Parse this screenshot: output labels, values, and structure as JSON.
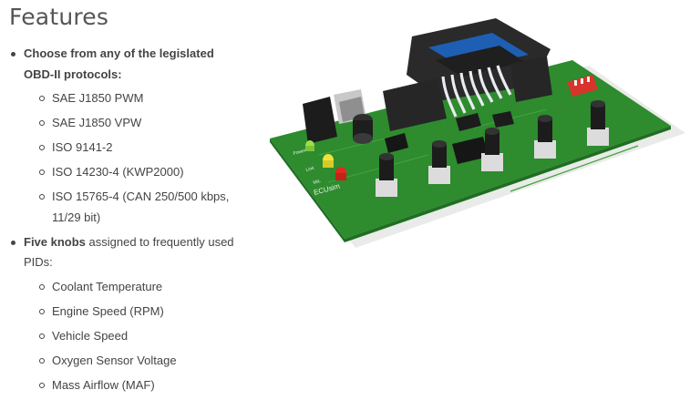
{
  "heading": "Features",
  "features": [
    {
      "lead": "Choose from any of the  legislated OBD-II protocols:",
      "rest": "",
      "items": [
        "SAE J1850 PWM",
        "SAE J1850 VPW",
        "ISO 9141-2",
        "ISO 14230-4 (KWP2000)",
        "ISO 15765-4 (CAN 250/500 kbps, 11/29 bit)"
      ]
    },
    {
      "lead": "Five knobs",
      "rest": " assigned to frequently used PIDs:",
      "items": [
        "Coolant Temperature",
        "Engine Speed (RPM)",
        "Vehicle Speed",
        "Oxygen Sensor Voltage",
        "Mass Airflow (MAF)"
      ]
    }
  ],
  "board": {
    "pcb_label": "ECUsim",
    "led_labels": [
      "Power",
      "Link",
      "MIL"
    ],
    "colors": {
      "pcb": "#2e8b2e",
      "pcb_dark": "#1f6e22",
      "connector": "#2a2a2a",
      "connector_blue": "#1e5fb3",
      "dip_switch": "#d9342b",
      "led_green": "#9be04a",
      "led_yellow": "#f2e23a",
      "led_red": "#e02b1f"
    }
  }
}
